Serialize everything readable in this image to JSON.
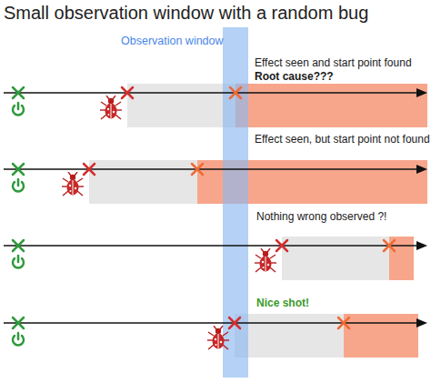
{
  "diagram": {
    "title": "Small observation window with a random bug",
    "labels": [
      "Observation window",
      "Effect seen and start point found",
      "Root cause???",
      "Effect seen, but start point not found",
      "Nothing wrong observed ?!",
      "Nice shot!"
    ]
  }
}
